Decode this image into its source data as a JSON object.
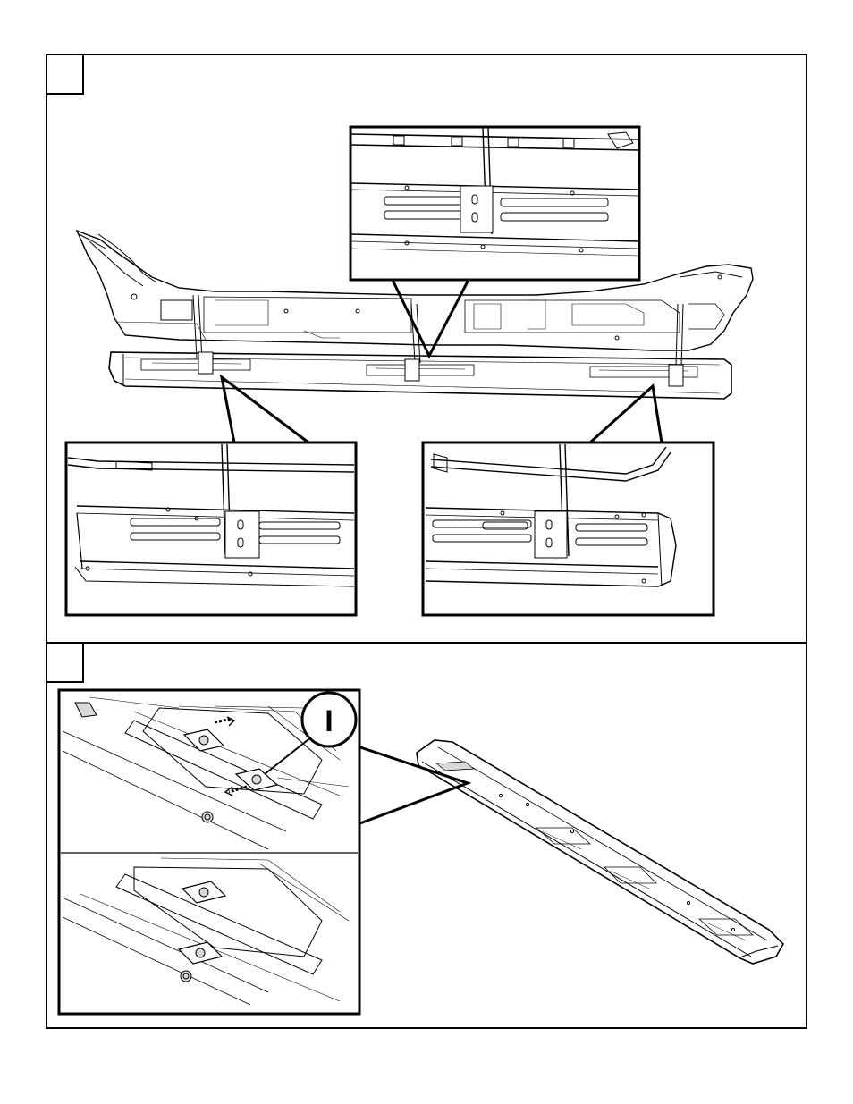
{
  "steps": [
    {
      "id": "step-1",
      "number": ""
    },
    {
      "id": "step-2",
      "number": ""
    }
  ],
  "callout": {
    "label": "I"
  },
  "colors": {
    "line": "#000000",
    "background": "#ffffff",
    "shade": "#d9d9d9"
  }
}
